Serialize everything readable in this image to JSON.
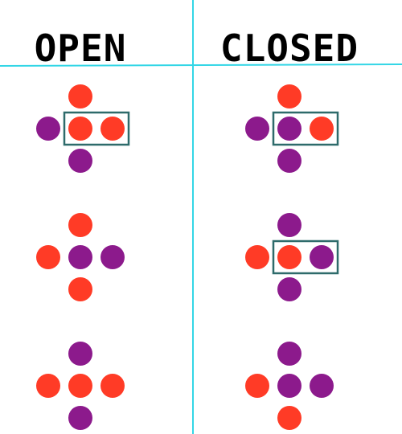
{
  "columns": [
    {
      "id": "open",
      "title": "OPEN",
      "configurations": [
        {
          "top": "red",
          "left": "purple",
          "center": "red",
          "right": "red",
          "bottom": "purple",
          "boxed": [
            "center",
            "right"
          ]
        },
        {
          "top": "red",
          "left": "red",
          "center": "purple",
          "right": "purple",
          "bottom": "red",
          "boxed": []
        },
        {
          "top": "purple",
          "left": "red",
          "center": "red",
          "right": "red",
          "bottom": "purple",
          "boxed": []
        }
      ]
    },
    {
      "id": "closed",
      "title": "CLOSED",
      "configurations": [
        {
          "top": "red",
          "left": "purple",
          "center": "purple",
          "right": "red",
          "bottom": "purple",
          "boxed": [
            "center",
            "right"
          ]
        },
        {
          "top": "purple",
          "left": "red",
          "center": "red",
          "right": "purple",
          "bottom": "purple",
          "boxed": [
            "center",
            "right"
          ]
        },
        {
          "top": "purple",
          "left": "red",
          "center": "purple",
          "right": "purple",
          "bottom": "red",
          "boxed": []
        }
      ]
    }
  ],
  "colors": {
    "red": "#ff3b26",
    "purple": "#8c1a8c",
    "grid_line": "#33d6e6",
    "box_outline": "#2e6b6b",
    "title_text": "#000000"
  }
}
